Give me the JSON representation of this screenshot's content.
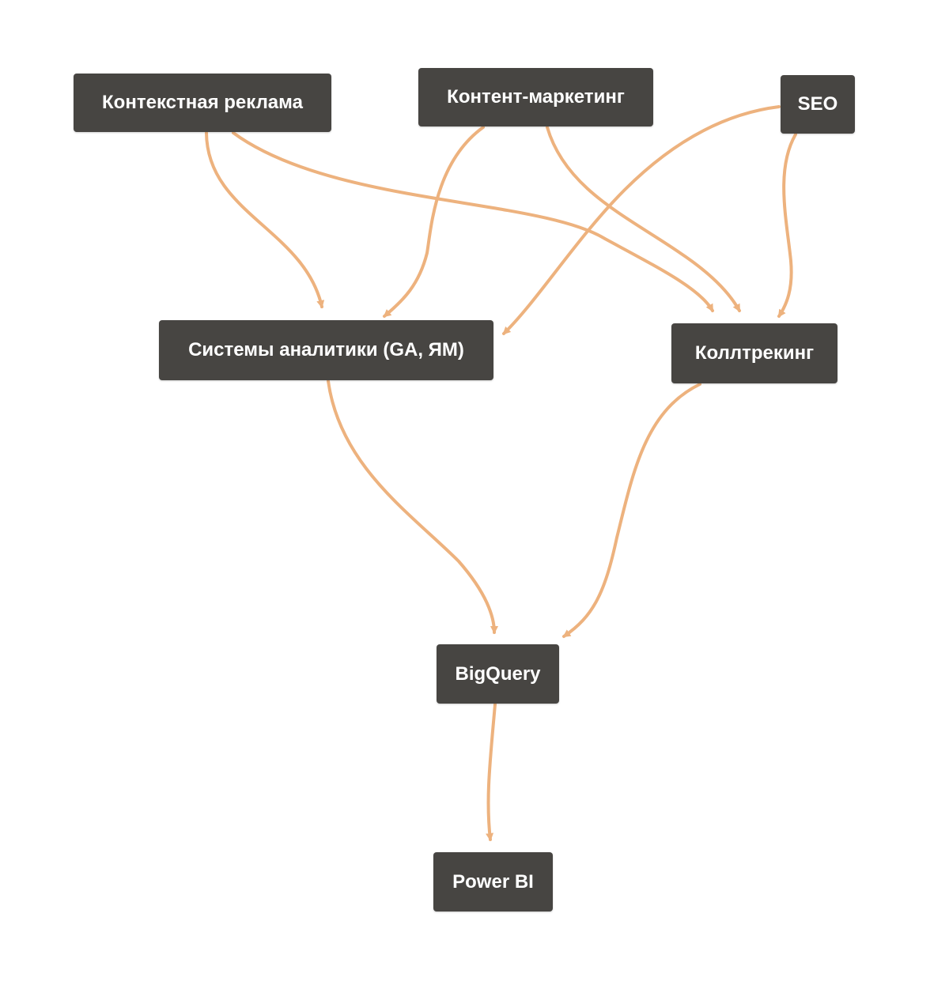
{
  "diagram": {
    "edge_color": "#EDB27E",
    "node_color": "#474542",
    "text_color": "#FFFFFF",
    "nodes": {
      "context": {
        "label": "Контекстная реклама"
      },
      "content": {
        "label": "Контент-маркетинг"
      },
      "seo": {
        "label": "SEO"
      },
      "analytics": {
        "label": "Системы аналитики (GA, ЯМ)"
      },
      "calltrack": {
        "label": "Коллтрекинг"
      },
      "bigquery": {
        "label": "BigQuery"
      },
      "powerbi": {
        "label": "Power BI"
      }
    },
    "edges": [
      {
        "from": "context",
        "to": "analytics"
      },
      {
        "from": "context",
        "to": "calltrack"
      },
      {
        "from": "content",
        "to": "analytics"
      },
      {
        "from": "content",
        "to": "calltrack"
      },
      {
        "from": "seo",
        "to": "analytics"
      },
      {
        "from": "seo",
        "to": "calltrack"
      },
      {
        "from": "analytics",
        "to": "bigquery"
      },
      {
        "from": "calltrack",
        "to": "bigquery"
      },
      {
        "from": "bigquery",
        "to": "powerbi"
      }
    ]
  }
}
